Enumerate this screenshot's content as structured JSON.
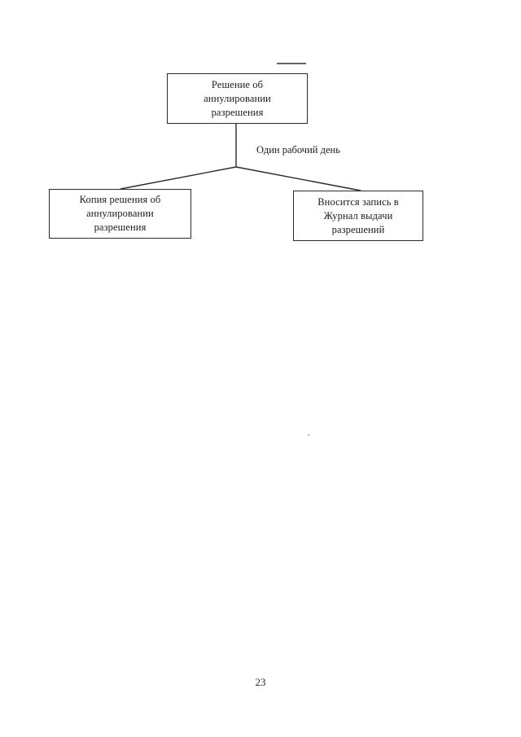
{
  "page": {
    "number": "23",
    "background_color": "#ffffff",
    "ink_color": "#1c1c1c"
  },
  "diagram": {
    "type": "flowchart",
    "orientation": "top-down-split",
    "nodes": [
      {
        "id": "decision",
        "name": "decision-box",
        "lines": [
          "Решение об",
          "аннулировании",
          "разрешения"
        ],
        "line1": "Решение об",
        "line2": "аннулировании",
        "line3": "разрешения"
      },
      {
        "id": "copy",
        "name": "copy-box",
        "lines": [
          "Копия решения об",
          "аннулировании",
          "разрешения"
        ],
        "line1": "Копия решения об",
        "line2": "аннулировании",
        "line3": "разрешения"
      },
      {
        "id": "journal",
        "name": "journal-box",
        "lines": [
          "Вносится запись в",
          "Журнал выдачи",
          "разрешений"
        ],
        "line1": "Вносится запись в",
        "line2": "Журнал выдачи",
        "line3": "разрешений"
      }
    ],
    "edges": [
      {
        "from": "decision",
        "to": "junction",
        "label": "Один рабочий день",
        "style": "solid"
      },
      {
        "from": "junction",
        "to": "copy",
        "label": "",
        "style": "solid"
      },
      {
        "from": "junction",
        "to": "journal",
        "label": "",
        "style": "solid"
      }
    ],
    "edge_label": "Один рабочий день"
  }
}
